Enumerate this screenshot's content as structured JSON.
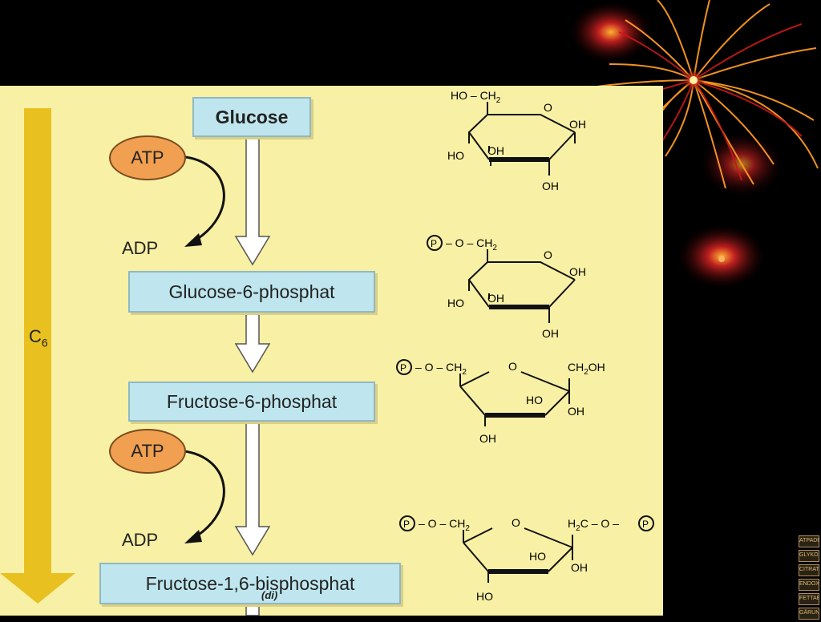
{
  "pathway": {
    "steps": [
      {
        "label": "Glucose"
      },
      {
        "label": "Glucose-6-phosphat"
      },
      {
        "label": "Fructose-6-phosphat"
      },
      {
        "label": "Fructose-1,6-bisphosphat"
      }
    ],
    "cofactors": [
      {
        "in": "ATP",
        "out": "ADP"
      },
      {
        "in": "ATP",
        "out": "ADP"
      }
    ],
    "carbon_label": "C",
    "carbon_subscript": "6",
    "caption": "(di)"
  },
  "structures": {
    "glucose": {
      "ho_ch2": "HO – CH",
      "sub2": "2",
      "o": "O",
      "oh_r": "OH",
      "oh_m": "OH",
      "ho_l": "HO",
      "oh_b": "OH"
    },
    "g6p": {
      "p": "P",
      "o_ch2": "– O – CH",
      "sub2": "2",
      "o": "O",
      "oh_r": "OH",
      "oh_m": "OH",
      "ho_l": "HO",
      "oh_b": "OH"
    },
    "f6p": {
      "p": "P",
      "o_ch2": "– O – CH",
      "sub2": "2",
      "o": "O",
      "ch2oh": "CH",
      "ch2oh_sub": "2",
      "ch2oh_tail": "OH",
      "ho_m": "HO",
      "oh_m": "OH",
      "oh_b": "OH"
    },
    "f16bp": {
      "p": "P",
      "o_ch2": "– O – CH",
      "sub2": "2",
      "o": "O",
      "h2c": "H",
      "h2c_sub": "2",
      "h2c_tail": "C – O –",
      "p2": "P",
      "ho_m": "HO",
      "oh_m": "OH",
      "ho_b": "HO"
    }
  },
  "side_nav": [
    "ATPADP",
    "GLYKOL",
    "CITRAT",
    "ENDOXI",
    "FETTAB",
    "GÄRUNG"
  ],
  "colors": {
    "panel": "#f8f0a4",
    "box": "#bfe6ee",
    "atp": "#f0a050",
    "carbon_arrow": "#e8c020"
  }
}
